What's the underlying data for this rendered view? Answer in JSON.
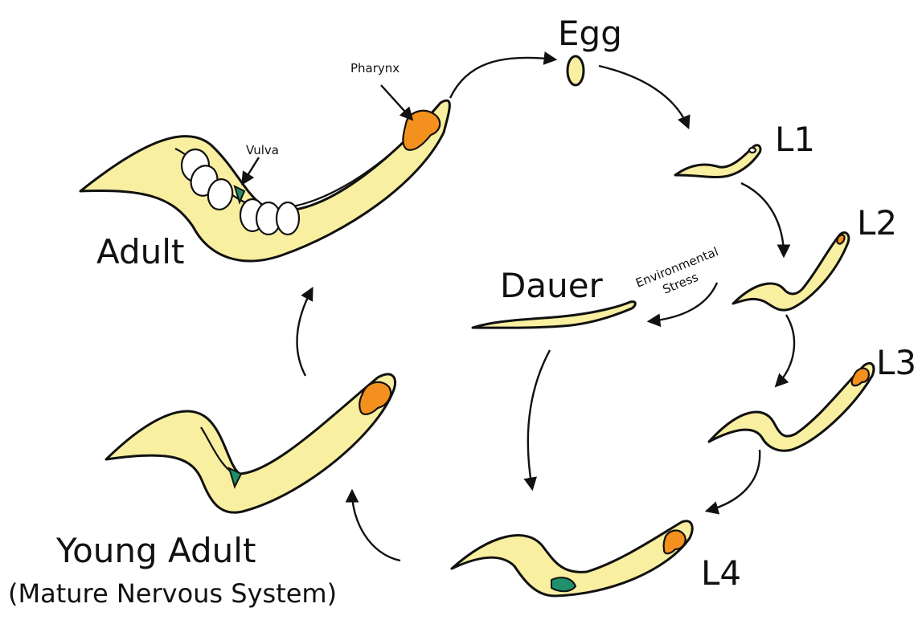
{
  "stages": {
    "egg": "Egg",
    "l1": "L1",
    "l2": "L2",
    "l3": "L3",
    "l4": "L4",
    "dauer": "Dauer",
    "young_adult": "Young Adult",
    "young_adult_note": "(Mature Nervous System)",
    "adult": "Adult"
  },
  "annotations": {
    "pharynx": "Pharynx",
    "vulva": "Vulva",
    "environmental_stress_line1": "Environmental",
    "environmental_stress_line2": "Stress"
  },
  "colors": {
    "body": "#f9efa0",
    "pharynx": "#f4901e",
    "vulva": "#1f8f6c",
    "outline": "#111111"
  }
}
